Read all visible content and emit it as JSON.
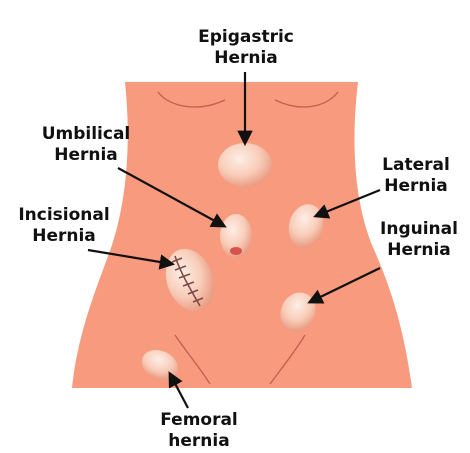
{
  "colors": {
    "skin": "#f79a7e",
    "skin_outline": "#c45f4e",
    "bulge_light": "#fde9df",
    "bulge_mid": "#f8c9b5",
    "bulge_dark": "#e9927a",
    "arrow": "#111111",
    "stitch": "#7a4a43",
    "navel": "#d9534c"
  },
  "labels": {
    "epigastric": [
      "Epigastric",
      "Hernia"
    ],
    "umbilical": [
      "Umbilical",
      "Hernia"
    ],
    "lateral": [
      "Lateral",
      "Hernia"
    ],
    "incisional": [
      "Incisional",
      "Hernia"
    ],
    "inguinal": [
      "Inguinal",
      "Hernia"
    ],
    "femoral": [
      "Femoral",
      "hernia"
    ]
  }
}
